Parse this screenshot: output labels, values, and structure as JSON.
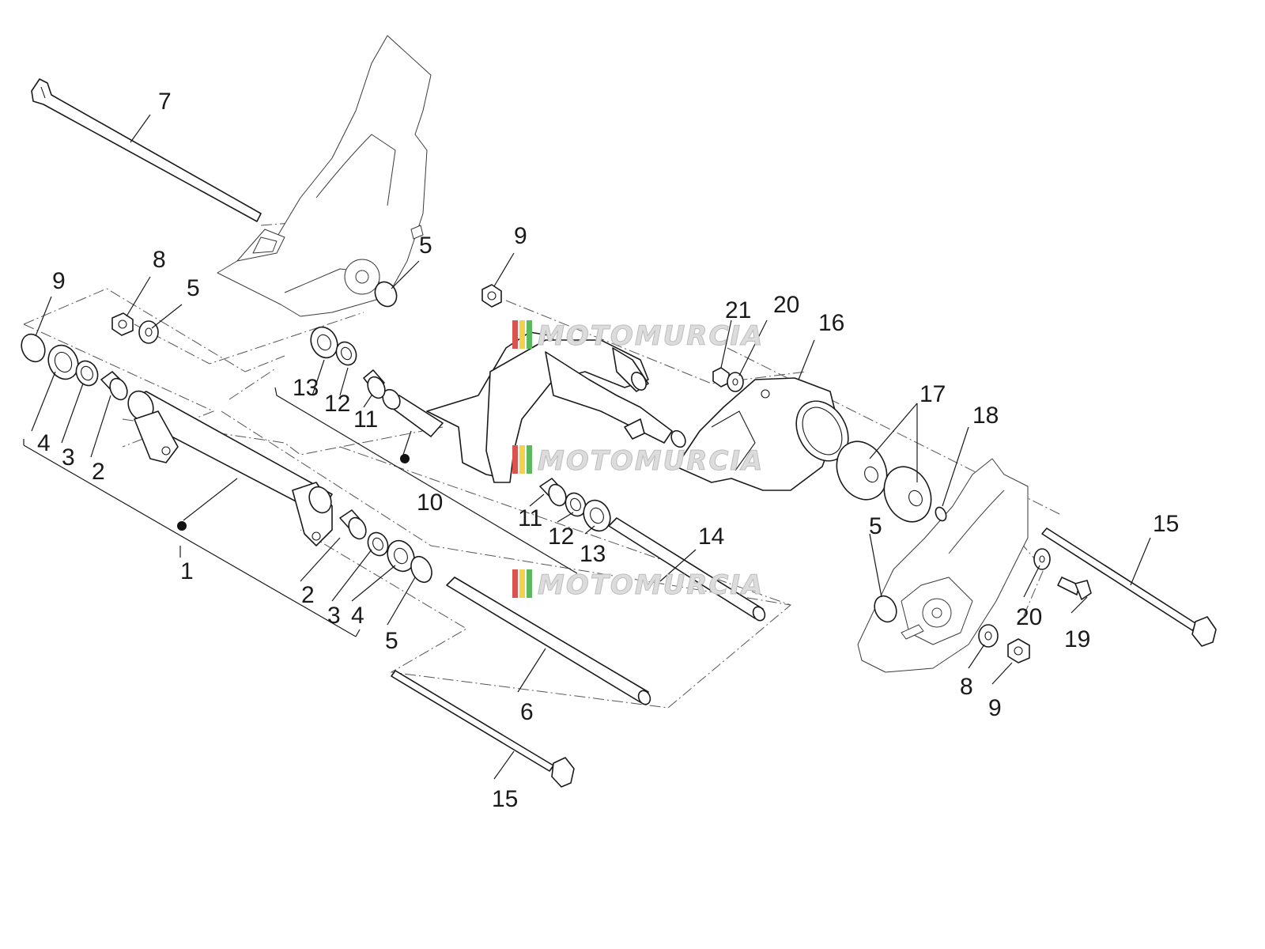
{
  "callouts": [
    "7",
    "5",
    "9",
    "8",
    "5",
    "4",
    "3",
    "2",
    "1",
    "2",
    "3",
    "4",
    "5",
    "6",
    "15",
    "9",
    "13",
    "12",
    "11",
    "10",
    "11",
    "12",
    "13",
    "14",
    "21",
    "20",
    "16",
    "17",
    "18",
    "5",
    "15",
    "20",
    "19",
    "8",
    "9"
  ],
  "watermark": {
    "text": "MOTOMURCIA",
    "stripe_colors": [
      "#d9534f",
      "#f2d24b",
      "#5cb85c"
    ]
  }
}
